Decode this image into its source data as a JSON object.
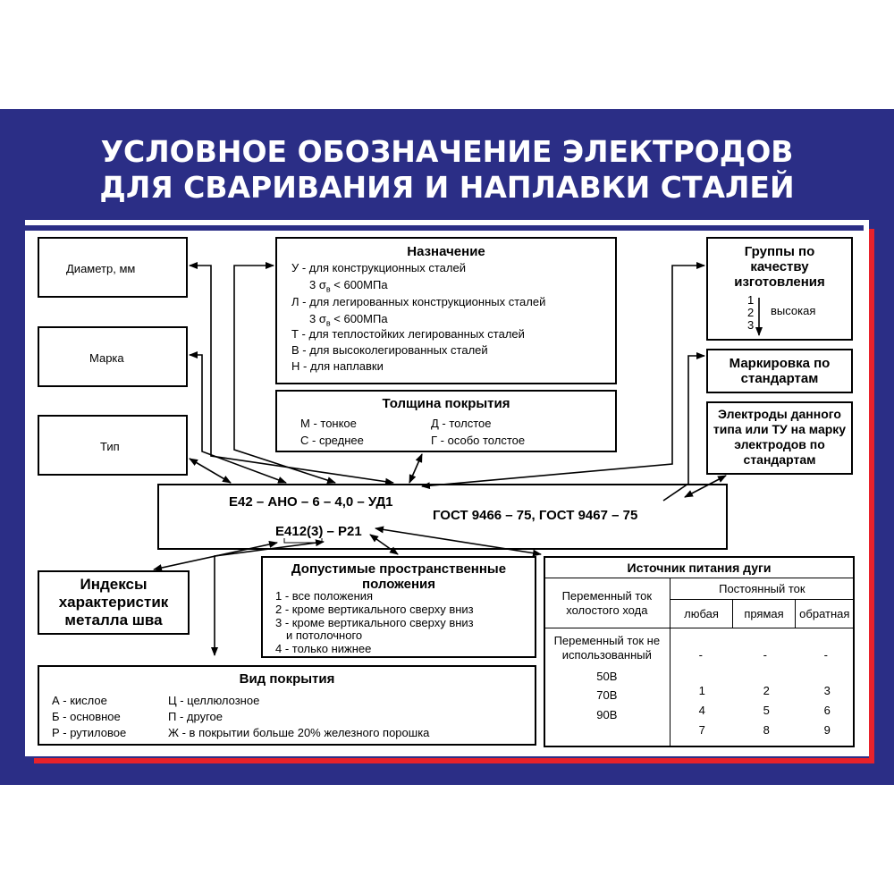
{
  "title": {
    "line1": "УСЛОВНОЕ ОБОЗНАЧЕНИЕ ЭЛЕКТРОДОВ",
    "line2": "ДЛЯ СВАРИВАНИЯ И НАПЛАВКИ СТАЛЕЙ"
  },
  "colors": {
    "background": "#2b2e86",
    "red_stripe": "#e8222b",
    "white": "#ffffff"
  },
  "left_boxes": {
    "diameter": "Диаметр, мм",
    "brand": "Марка",
    "type": "Тип"
  },
  "purpose": {
    "title": "Назначение",
    "u": "У - для конструкционных сталей",
    "u_limit_prefix": "3 σ",
    "u_limit_sub": "в",
    "u_limit_suffix": " < 600МПа",
    "l": "Л - для легированных конструкционных сталей",
    "l_limit_prefix": "3 σ",
    "l_limit_sub": "в",
    "l_limit_suffix": " < 600МПа",
    "t": "Т - для теплостойких легированных сталей",
    "v": "В - для высоколегированных сталей",
    "n": "Н - для наплавки"
  },
  "coating_thickness": {
    "title": "Толщина покрытия",
    "m": "М - тонкое",
    "s": "С - среднее",
    "d": "Д - толстое",
    "g": "Г - особо толстое"
  },
  "quality_groups": {
    "title": "Группы по качеству изготовления",
    "n1": "1",
    "n2": "2",
    "n3": "3",
    "high": "высокая"
  },
  "marking": {
    "title": "Маркировка по стандартам"
  },
  "electrodes_tu": {
    "title": "Электроды данного типа или ТУ на марку электродов по стандартам"
  },
  "designation": {
    "line1": "Е42 – АНО – 6 – 4,0 – УД1",
    "gost": "ГОСТ 9466 – 75, ГОСТ 9467 – 75",
    "line2": "Е412(3) – Р21"
  },
  "indices": {
    "title": "Индексы характеристик металла шва"
  },
  "positions": {
    "title": "Допустимые пространственные положения",
    "p1": "1 - все положения",
    "p2": "2 - кроме вертикального сверху вниз",
    "p3a": "3 - кроме вертикального сверху вниз",
    "p3b": "и потолочного",
    "p4": "4 - только нижнее"
  },
  "coating_type": {
    "title": "Вид покрытия",
    "a": "А - кислое",
    "b": "Б - основное",
    "r": "Р - рутиловое",
    "ts": "Ц - целлюлозное",
    "p": "П - другое",
    "zh": "Ж - в покрытии больше 20% железного порошка"
  },
  "power_source": {
    "title": "Источник питания дуги",
    "ac_header": "Переменный ток холостого хода",
    "dc_header": "Постоянный ток",
    "dc_any": "любая",
    "dc_direct": "прямая",
    "dc_reverse": "обратная",
    "rows": [
      {
        "label": "Переменный ток не использованный",
        "any": "-",
        "direct": "-",
        "reverse": "-"
      },
      {
        "label": "50В",
        "any": "1",
        "direct": "2",
        "reverse": "3"
      },
      {
        "label": "70В",
        "any": "4",
        "direct": "5",
        "reverse": "6"
      },
      {
        "label": "90В",
        "any": "7",
        "direct": "8",
        "reverse": "9"
      }
    ]
  }
}
